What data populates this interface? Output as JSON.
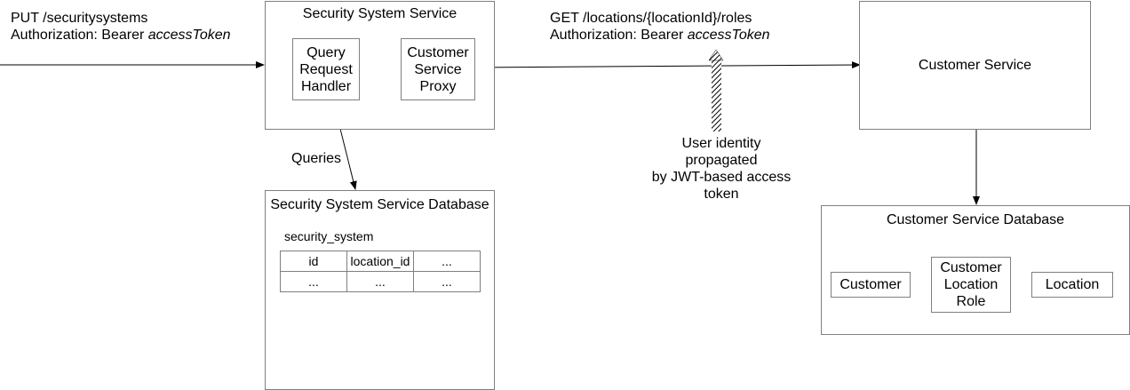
{
  "request": {
    "line1": "PUT /securitysystems",
    "line2_prefix": "Authorization: Bearer ",
    "line2_token": "accessToken"
  },
  "security_service": {
    "title": "Security System Service",
    "query_handler": "Query Request Handler",
    "customer_proxy": "Customer Service Proxy"
  },
  "queries_label": "Queries",
  "security_db": {
    "title": "Security System Service Database",
    "table_name": "security_system",
    "columns": [
      "id",
      "location_id",
      "..."
    ],
    "row": [
      "...",
      "...",
      "..."
    ]
  },
  "get_request": {
    "line1": "GET /locations/{locationId}/roles",
    "line2_prefix": "Authorization: Bearer ",
    "line2_token": "accessToken"
  },
  "identity_note": {
    "line1": "User identity propagated",
    "line2": "by JWT-based access",
    "line3": "token"
  },
  "customer_service": {
    "title": "Customer Service"
  },
  "customer_db": {
    "title": "Customer Service Database",
    "customer": "Customer",
    "customer_location_role": "Customer Location Role",
    "location": "Location"
  }
}
